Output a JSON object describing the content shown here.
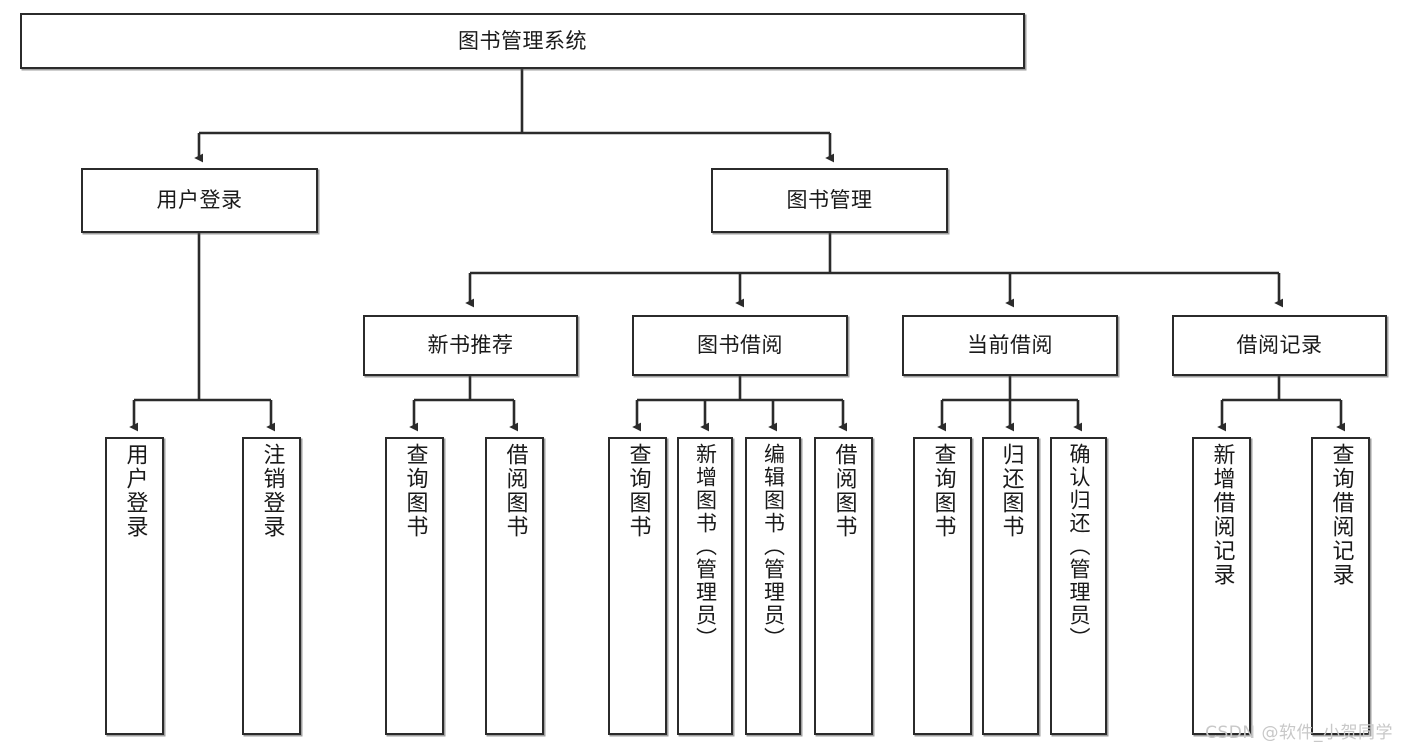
{
  "diagram": {
    "title": "图书管理系统",
    "type": "tree-hierarchy",
    "root": {
      "label": "图书管理系统"
    },
    "level2": [
      {
        "label": "用户登录"
      },
      {
        "label": "图书管理"
      }
    ],
    "level3": [
      {
        "label": "新书推荐"
      },
      {
        "label": "图书借阅"
      },
      {
        "label": "当前借阅"
      },
      {
        "label": "借阅记录"
      }
    ],
    "leaves": {
      "user_login": [
        {
          "label": "用户登录"
        },
        {
          "label": "注销登录"
        }
      ],
      "new_book_recommend": [
        {
          "label": "查询图书"
        },
        {
          "label": "借阅图书"
        }
      ],
      "book_borrow": [
        {
          "label": "查询图书"
        },
        {
          "label": "新增图书（管理员）"
        },
        {
          "label": "编辑图书（管理员）"
        },
        {
          "label": "借阅图书"
        }
      ],
      "current_borrow": [
        {
          "label": "查询图书"
        },
        {
          "label": "归还图书"
        },
        {
          "label": "确认归还（管理员）"
        }
      ],
      "borrow_record": [
        {
          "label": "新增借阅记录"
        },
        {
          "label": "查询借阅记录"
        }
      ]
    }
  },
  "watermark": {
    "text": "CSDN @软件_小贺同学"
  },
  "colors": {
    "border": "#2b2b2b",
    "background": "#ffffff",
    "text": "#1a1a1a",
    "watermark": "#c8c8c8"
  }
}
